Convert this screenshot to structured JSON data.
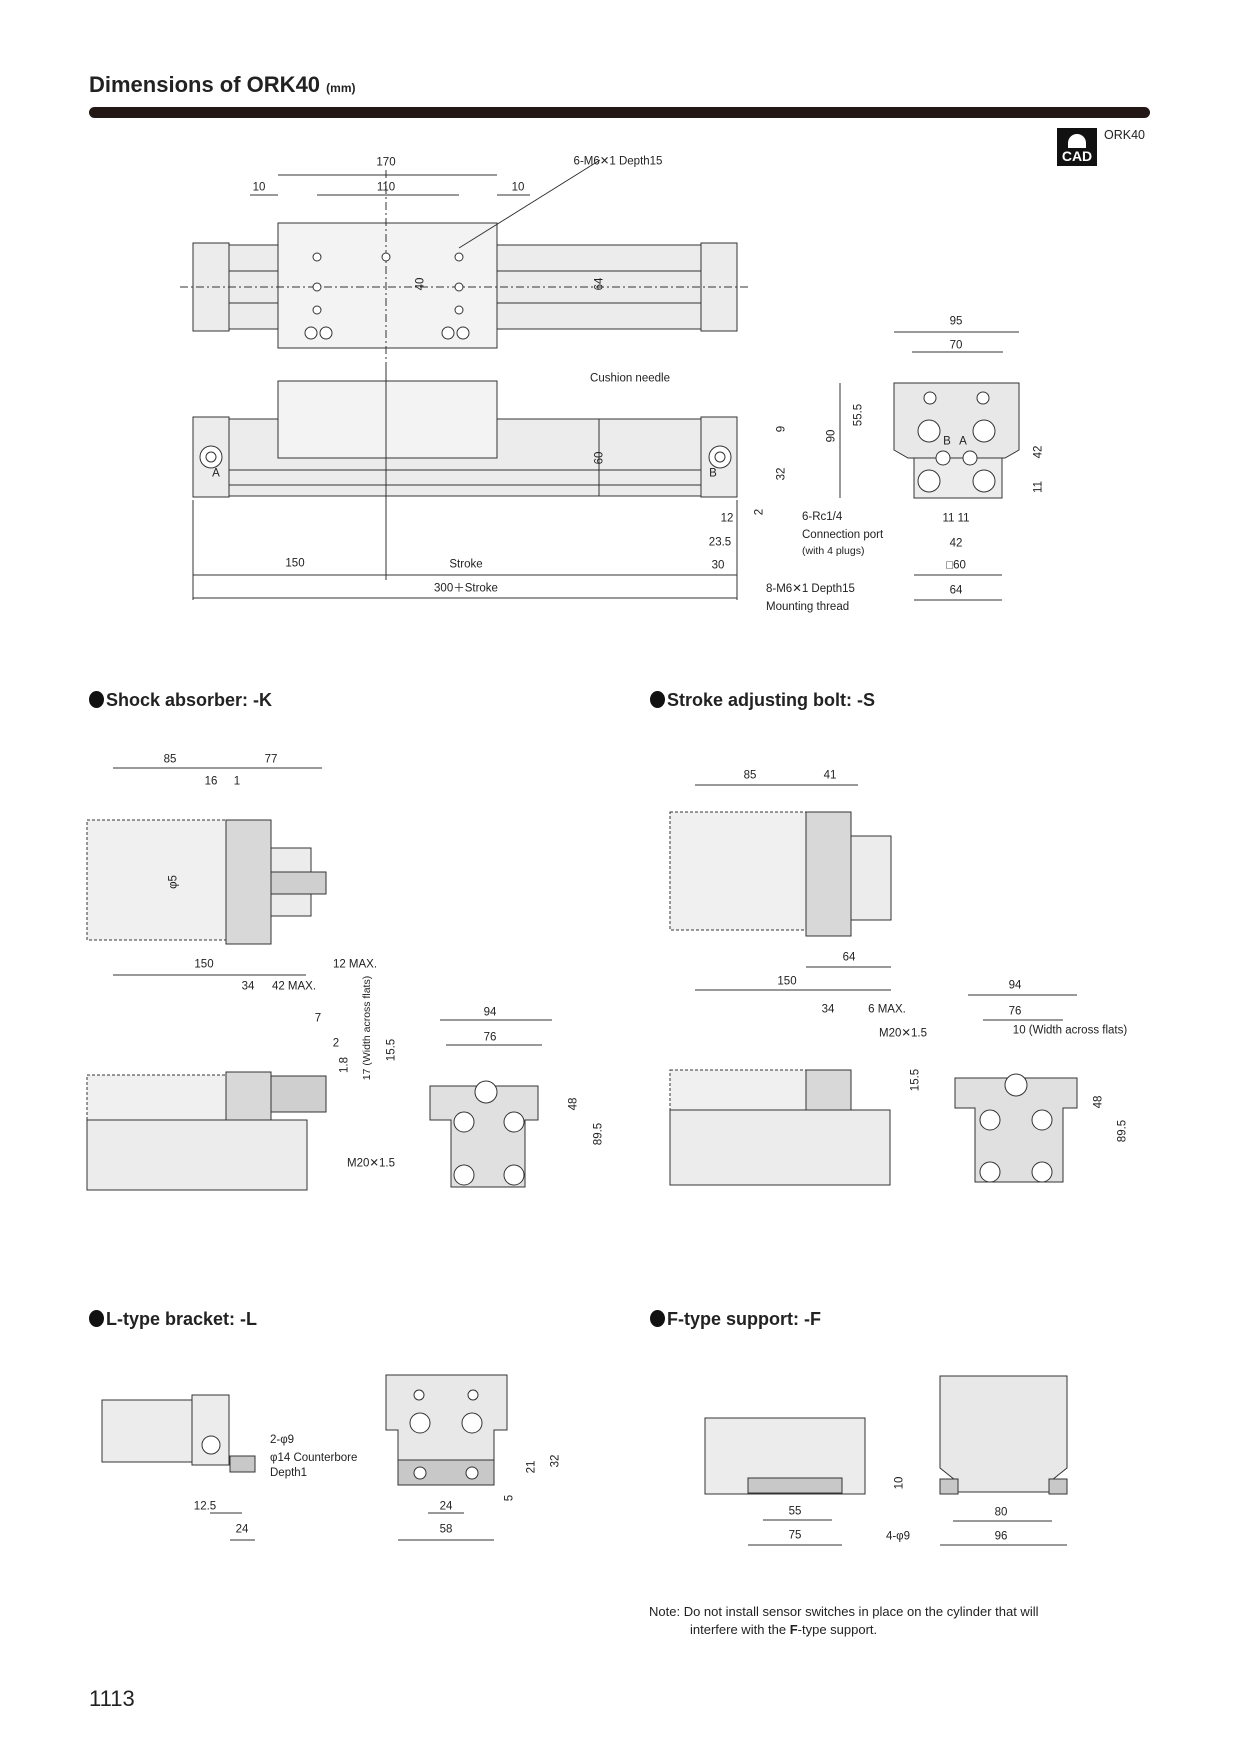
{
  "header": {
    "title": "Dimensions of ORK40",
    "unit": "(mm)",
    "cad_icon_label": "CAD",
    "model": "ORK40"
  },
  "main": {
    "d170": "170",
    "d10a": "10",
    "d110": "110",
    "d10b": "10",
    "thread_top": "6-M6✕1 Depth15",
    "d40": "40",
    "d64": "64",
    "cushion": "Cushion needle",
    "d60": "60",
    "port_a": "A",
    "port_b": "B",
    "d9": "9",
    "d32": "32",
    "d2": "2",
    "d12": "12",
    "d23_5": "23.5",
    "d30": "30",
    "d150": "150",
    "stroke": "Stroke",
    "total": "300＋Stroke",
    "port_note1": "6-Rc1/4",
    "port_note2": "Connection port",
    "port_note3": "(with 4 plugs)",
    "mount1": "8-M6✕1 Depth15",
    "mount2": "Mounting thread",
    "e95": "95",
    "e70": "70",
    "e55_5": "55.5",
    "e90": "90",
    "e42v": "42",
    "e11v": "11",
    "eB": "B",
    "eA": "A",
    "e11_11": "11 11",
    "e42": "42",
    "e60": "□60",
    "e64": "64"
  },
  "shock": {
    "heading": "Shock absorber: -K",
    "d85": "85",
    "d77": "77",
    "d16": "16",
    "d1": "1",
    "phi5": "φ5",
    "d150": "150",
    "d12max": "12 MAX.",
    "d34": "34",
    "d42max": "42 MAX.",
    "d7": "7",
    "d2": "2",
    "d1_8": "1.8",
    "d17": "17 (Width across flats)",
    "d15_5": "15.5",
    "thread": "M20✕1.5",
    "d94": "94",
    "d76": "76",
    "d48": "48",
    "d89_5": "89.5"
  },
  "stroke_bolt": {
    "heading": "Stroke adjusting bolt: -S",
    "d85": "85",
    "d41": "41",
    "d64": "64",
    "d150": "150",
    "d34": "34",
    "d6max": "6 MAX.",
    "thread": "M20✕1.5",
    "d94": "94",
    "d76": "76",
    "d10": "10 (Width across flats)",
    "d15_5": "15.5",
    "d48": "48",
    "d89_5": "89.5"
  },
  "l_bracket": {
    "heading": "L-type bracket: -L",
    "hole": "2-φ9",
    "cbore": "φ14 Counterbore",
    "depth": "Depth1",
    "d12_5": "12.5",
    "d24a": "24",
    "d24b": "24",
    "d58": "58",
    "d21": "21",
    "d32": "32",
    "d5": "5"
  },
  "f_support": {
    "heading": "F-type support: -F",
    "d55": "55",
    "d75": "75",
    "d10": "10",
    "holes": "4-φ9",
    "d80": "80",
    "d96": "96"
  },
  "note": {
    "prefix": "Note:",
    "line1": "Do not install sensor switches in place on the cylinder that will",
    "line2a": "interfere with the ",
    "line2b": "F",
    "line2c": "-type support."
  },
  "page_number": "1113"
}
